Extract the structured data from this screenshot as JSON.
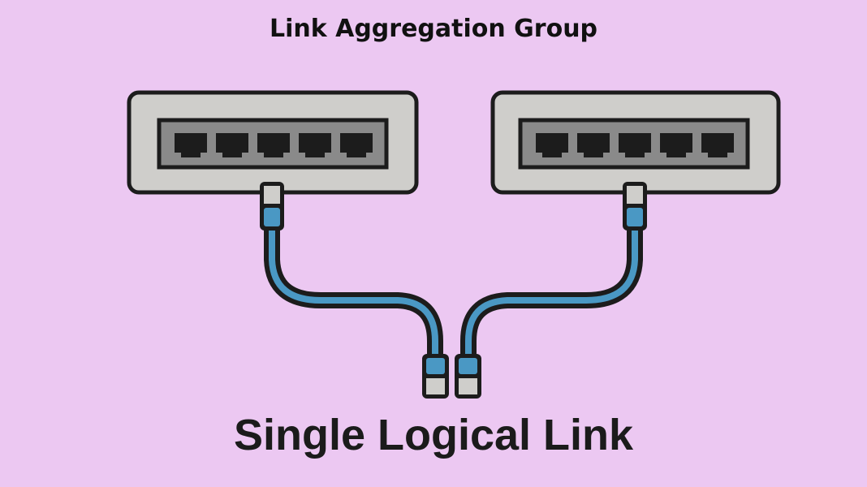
{
  "title": "Link Aggregation Group",
  "subtitle": "Single Logical Link",
  "colors": {
    "background": "#ecc8f2",
    "switch_body": "#cfcecb",
    "switch_panel": "#8a8a8a",
    "outline": "#1c1c1c",
    "port": "#1c1c1c",
    "cable": "#4a98c4",
    "connector_cap": "#cfcecb"
  },
  "switches": [
    {
      "name": "left-switch",
      "ports": 5
    },
    {
      "name": "right-switch",
      "ports": 5
    }
  ],
  "cables": [
    {
      "from": "left-switch",
      "to": "aggregate-plug-left"
    },
    {
      "from": "right-switch",
      "to": "aggregate-plug-right"
    }
  ]
}
